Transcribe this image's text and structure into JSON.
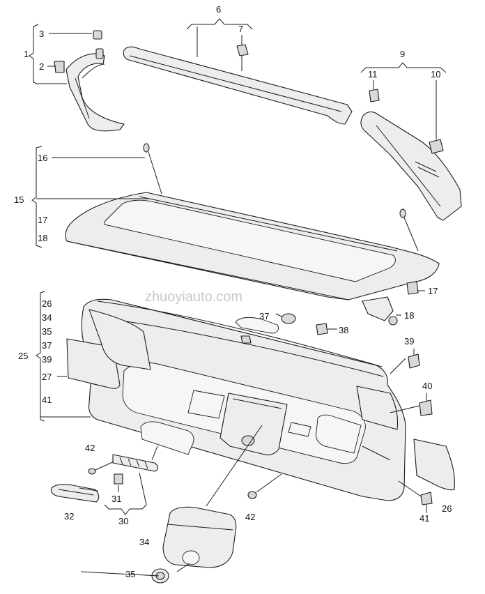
{
  "watermark": "zhuoyiauto.com",
  "callouts": {
    "c1": "1",
    "c2": "2",
    "c3": "3",
    "c6": "6",
    "c7": "7",
    "c9": "9",
    "c10": "10",
    "c11": "11",
    "c15": "15",
    "c16": "16",
    "c17a": "17",
    "c17b": "17",
    "c18a": "18",
    "c18b": "18",
    "c25": "25",
    "c26a": "26",
    "c26b": "26",
    "c27": "27",
    "c30": "30",
    "c31": "31",
    "c32": "32",
    "c34a": "34",
    "c34b": "34",
    "c35a": "35",
    "c35b": "35",
    "c37a": "37",
    "c37b": "37",
    "c38": "38",
    "c39a": "39",
    "c39b": "39",
    "c40": "40",
    "c41a": "41",
    "c41b": "41",
    "c42a": "42",
    "c42b": "42"
  }
}
